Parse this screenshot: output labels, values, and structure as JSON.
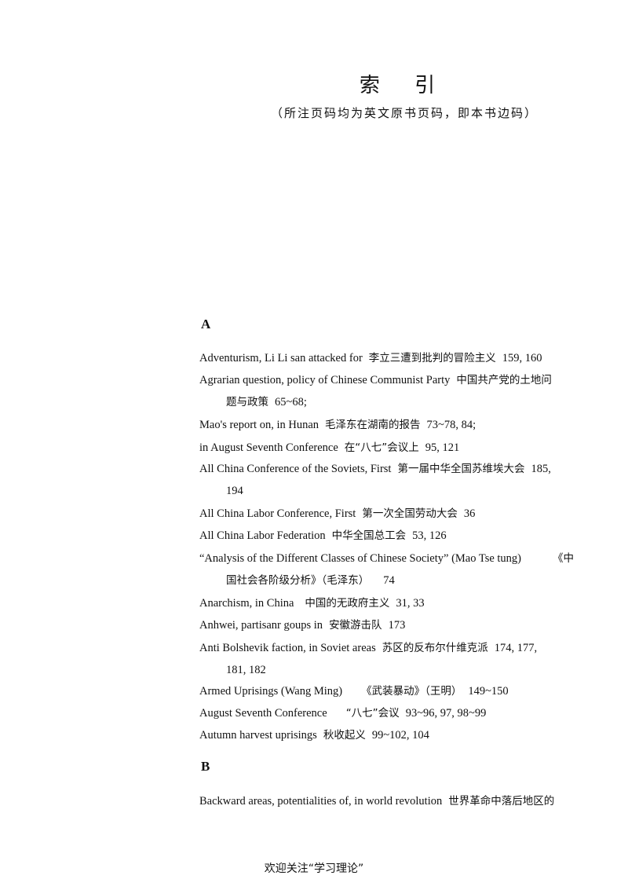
{
  "header": {
    "title": "索 引",
    "subtitle": "（所注页码均为英文原书页码，即本书边码）"
  },
  "sections": [
    {
      "letter": "A",
      "entries": [
        {
          "en": "Adventurism, Li Li san attacked for",
          "zh": "李立三遭到批判的冒险主义",
          "pages": "159, 160"
        },
        {
          "en": "Agrarian question, policy of Chinese Communist Party",
          "zh": "中国共产党的土地问",
          "zh_cont": "题与政策",
          "pages": "65~68;"
        },
        {
          "en": "Mao's report on, in Hunan",
          "zh": "毛泽东在湖南的报告",
          "pages": "73~78, 84;"
        },
        {
          "en": "in August Seventh Conference",
          "zh": "在“八七”会议上",
          "pages": "95, 121"
        },
        {
          "en": "All China Conference of the Soviets, First",
          "zh": "第一届中华全国苏维埃大会",
          "pages": "185,",
          "pages_cont": "194"
        },
        {
          "en": "All China Labor Conference, First",
          "zh": "第一次全国劳动大会",
          "pages": "36"
        },
        {
          "en": "All China Labor Federation",
          "zh": "中华全国总工会",
          "pages": "53, 126"
        },
        {
          "en": "“Analysis of the Different Classes of Chinese Society” (Mao Tse tung)",
          "zh": "《中",
          "zh_cont": "国社会各阶级分析》（毛泽东）",
          "pages": "74"
        },
        {
          "en": "Anarchism, in China",
          "zh": "中国的无政府主义",
          "pages": "31, 33"
        },
        {
          "en": "Anhwei, partisanr goups in",
          "zh": "安徽游击队",
          "pages": "173"
        },
        {
          "en": "Anti Bolshevik faction, in Soviet areas",
          "zh": "苏区的反布尔什维克派",
          "pages": "174, 177,",
          "pages_cont": "181, 182"
        },
        {
          "en": "Armed Uprisings (Wang Ming)",
          "zh": "《武装暴动》（王明）",
          "pages": "149~150"
        },
        {
          "en": "August Seventh Conference",
          "zh": "“八七”会议",
          "pages": "93~96, 97, 98~99"
        },
        {
          "en": "Autumn harvest uprisings",
          "zh": "秋收起义",
          "pages": "99~102, 104"
        }
      ]
    },
    {
      "letter": "B",
      "entries": [
        {
          "en": "Backward areas, potentialities of, in world revolution",
          "zh": "世界革命中落后地区的",
          "pages": ""
        }
      ]
    }
  ],
  "footer": {
    "text": "欢迎关注“学习理论”"
  }
}
